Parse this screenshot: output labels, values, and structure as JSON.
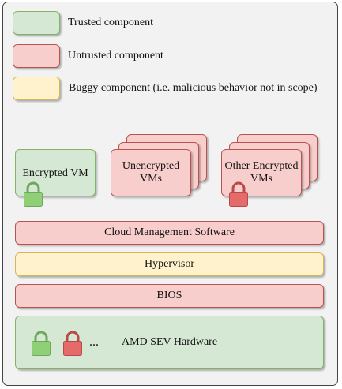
{
  "legend": {
    "trusted": "Trusted component",
    "untrusted": "Untrusted component",
    "buggy": "Buggy component (i.e. malicious behavior not in scope)"
  },
  "vms": {
    "encrypted_vm": "Encrypted VM",
    "unencrypted_vms": "Unencrypted VMs",
    "other_encrypted_vms": "Other Encrypted VMs"
  },
  "layers": {
    "cloud_management": "Cloud Management Software",
    "hypervisor": "Hypervisor",
    "bios": "BIOS"
  },
  "hardware": {
    "ellipsis": "...",
    "label": "AMD SEV Hardware"
  },
  "icons": [
    "lock-icon"
  ],
  "colors": {
    "trusted_fill": "#d5e8d4",
    "trusted_stroke": "#82b366",
    "untrusted_fill": "#f8cecc",
    "untrusted_stroke": "#b85450",
    "buggy_fill": "#fff2cc",
    "buggy_stroke": "#d6b656",
    "lock_green": "#8fcf75",
    "lock_red": "#e56a6a"
  }
}
